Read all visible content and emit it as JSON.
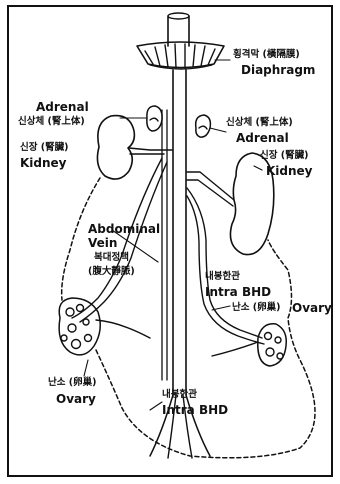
{
  "labels": {
    "diaphragm_ko": "횡격막 (橫隔膜)",
    "diaphragm_en": "Diaphragm",
    "adrenal_left_en": "Adrenal",
    "adrenal_left_ko": "신상체 (腎上体)",
    "kidney_left_ko": "신장 (腎臟)",
    "kidney_left_en": "Kidney",
    "adrenal_right_ko": "신상체 (腎上体)",
    "adrenal_right_en": "Adrenal",
    "kidney_right_ko": "신장 (腎臟)",
    "kidney_right_en": "Kidney",
    "abdominal_vein_en_1": "Abdominal",
    "abdominal_vein_en_2": "Vein",
    "abdominal_vein_ko": "복대정맥",
    "abdominal_vein_hanja": "(腹大靜脈)",
    "intra_bhd_upper_ko": "내봉한관",
    "intra_bhd_upper_en": "Intra BHD",
    "ovary_right_ko": "난소 (卵巢)",
    "ovary_right_en": "Ovary",
    "ovary_left_ko": "난소 (卵巢)",
    "ovary_left_en": "Ovary",
    "intra_bhd_lower_ko": "내봉한관",
    "intra_bhd_lower_en": "Intra BHD"
  },
  "colors": {
    "ink": "#111111",
    "background": "#ffffff"
  }
}
